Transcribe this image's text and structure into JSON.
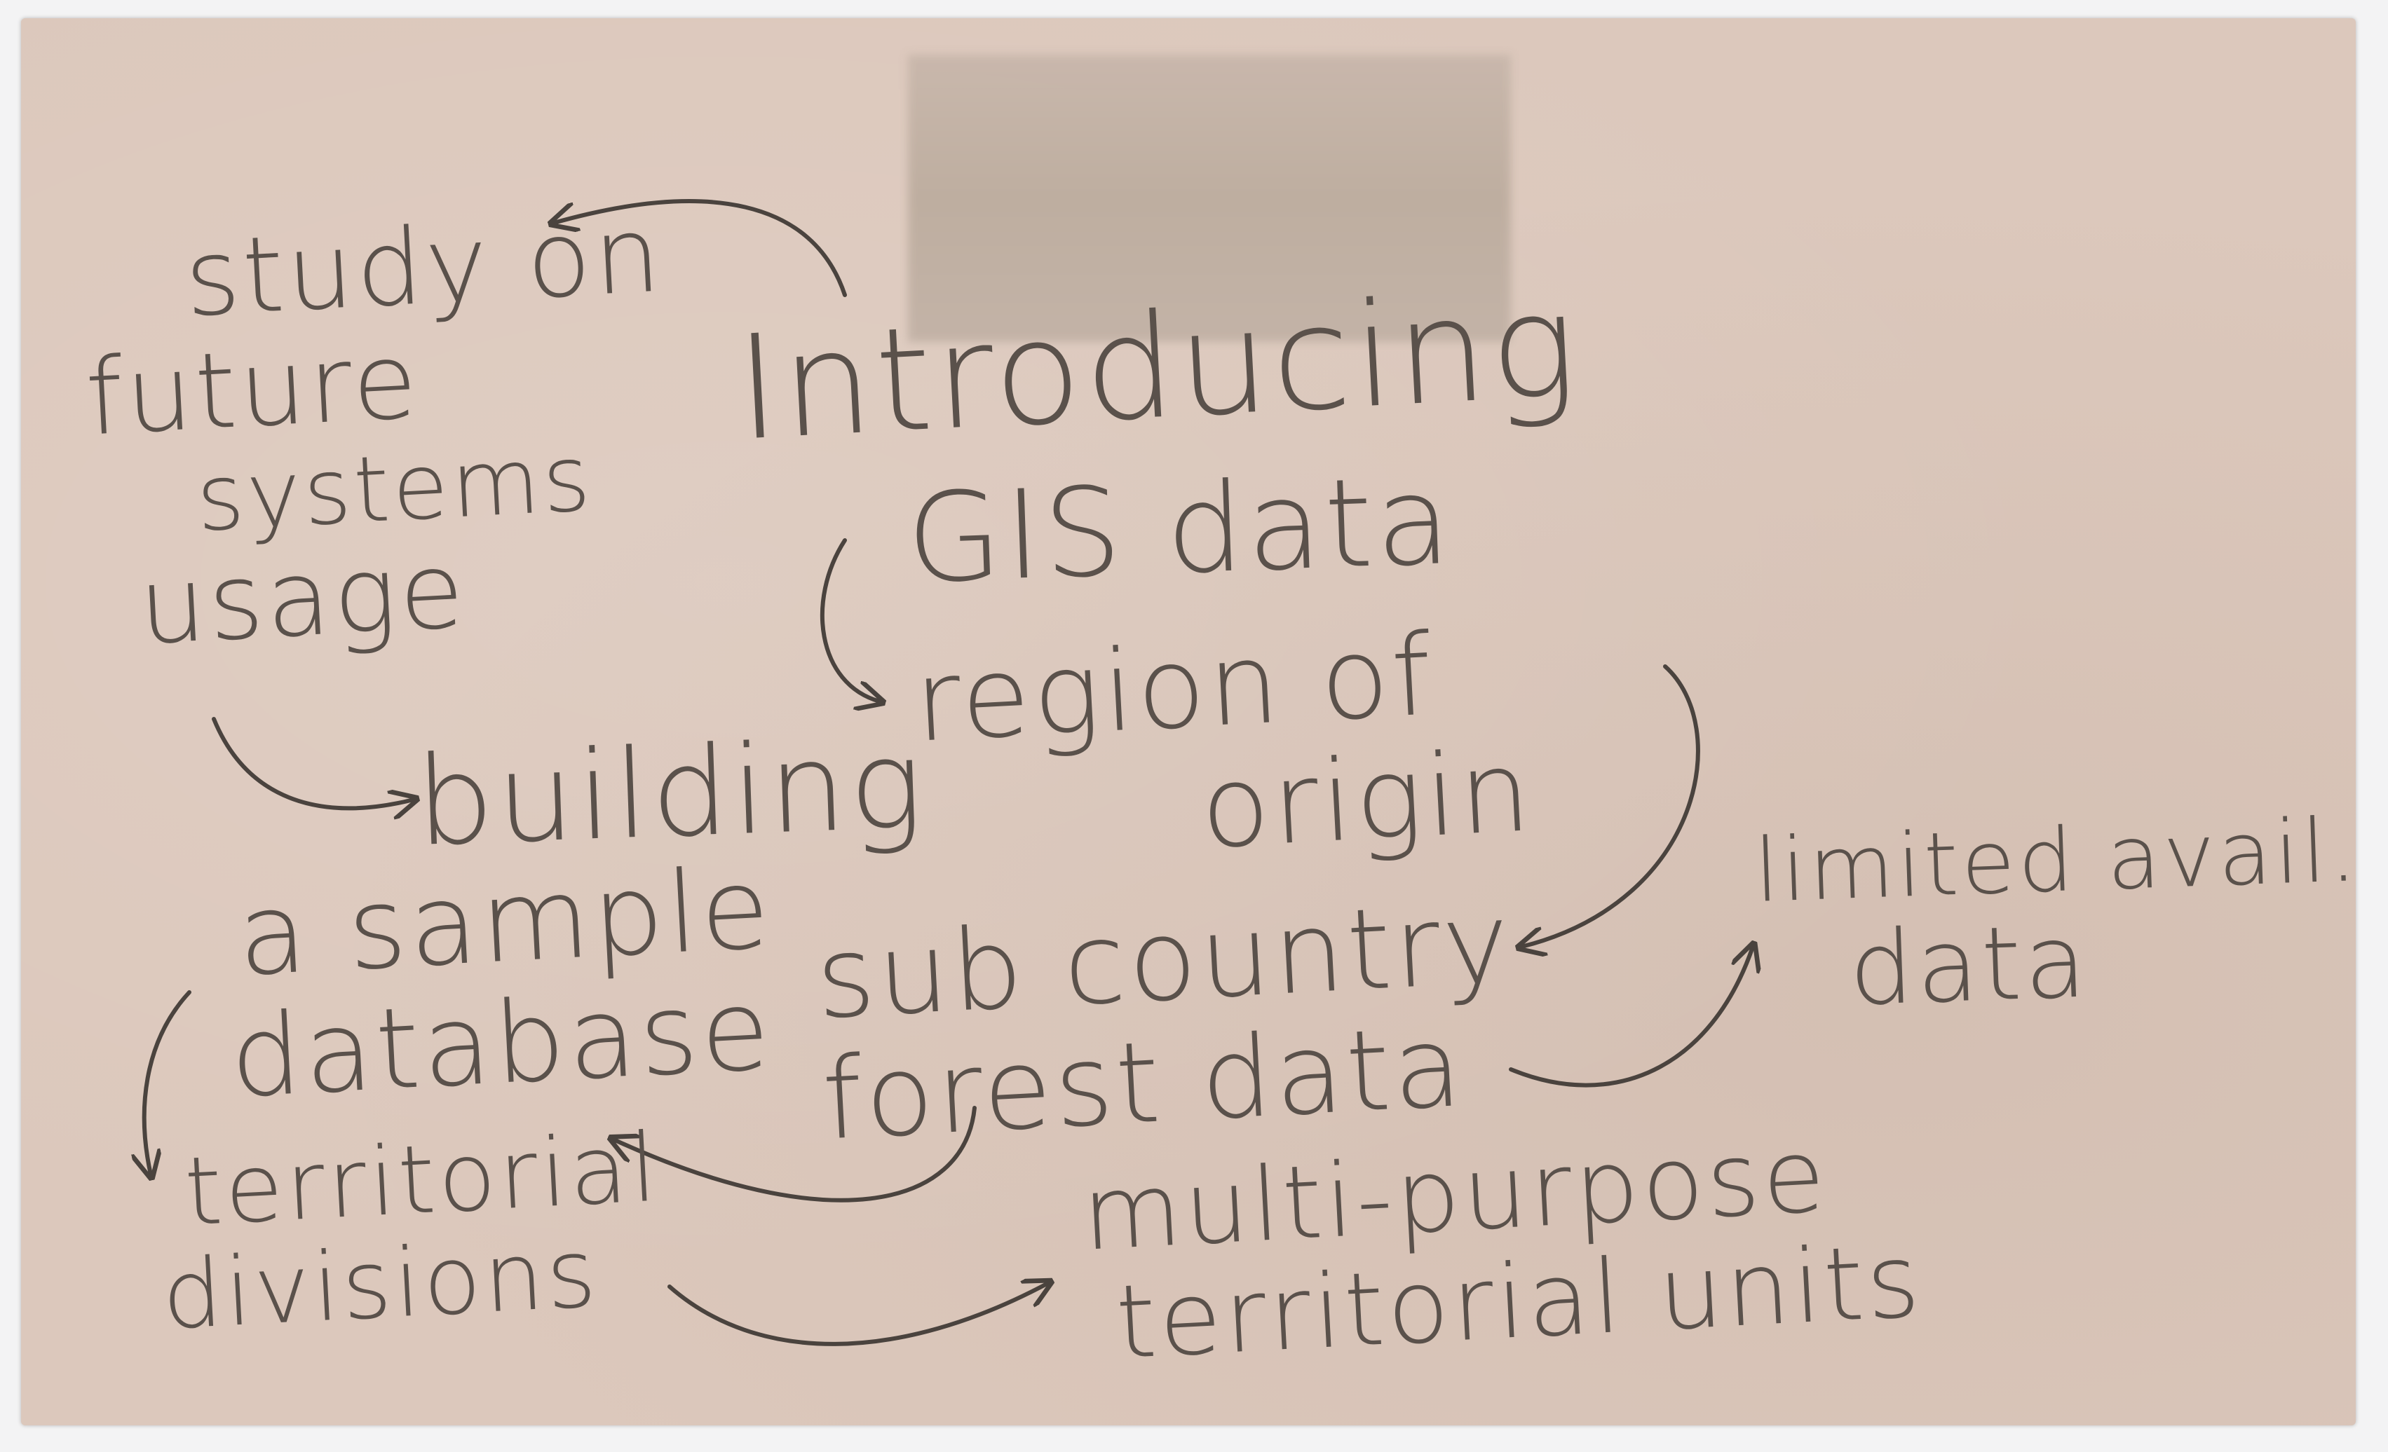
{
  "notes": {
    "study": [
      "study on",
      "future",
      "systems",
      "usage"
    ],
    "introducing": "Introducing",
    "gis": "GIS data",
    "region": [
      "region of",
      "origin"
    ],
    "building": "building",
    "sample": [
      "a sample",
      "database"
    ],
    "subcountry": [
      "sub country",
      "forest data"
    ],
    "limited": [
      "limited avail.",
      "data"
    ],
    "territorial_divisions": [
      "territorial",
      "divisions"
    ],
    "multipurpose": [
      "multi-purpose",
      "territorial units"
    ]
  },
  "colors": {
    "card": "#dcc8bc",
    "ink": "#5a514b",
    "arrow": "#4a433e"
  }
}
